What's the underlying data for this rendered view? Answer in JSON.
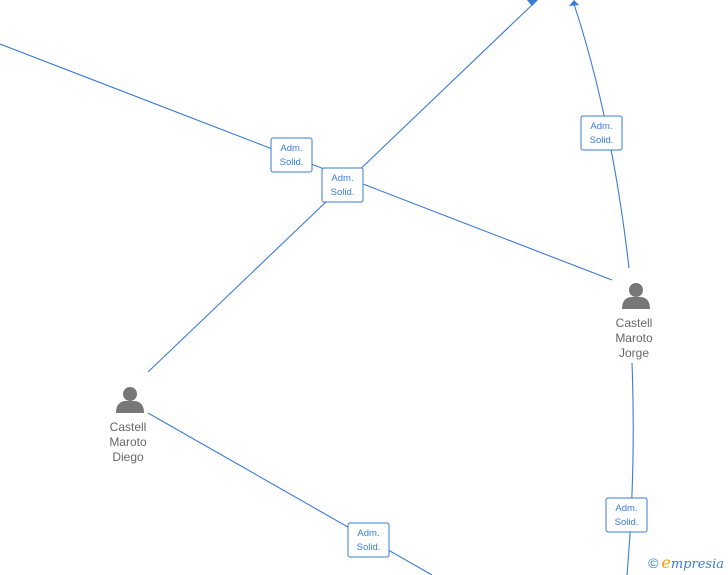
{
  "persons": [
    {
      "id": "jorge",
      "lines": [
        "Castell",
        "Maroto",
        "Jorge"
      ]
    },
    {
      "id": "diego",
      "lines": [
        "Castell",
        "Maroto",
        "Diego"
      ]
    }
  ],
  "edge_label": [
    "Adm.",
    "Solid."
  ],
  "edges": [
    {
      "id": "e1",
      "label": [
        "Adm.",
        "Solid."
      ]
    },
    {
      "id": "e2",
      "label": [
        "Adm.",
        "Solid."
      ]
    },
    {
      "id": "e3",
      "label": [
        "Adm.",
        "Solid."
      ]
    },
    {
      "id": "e4",
      "label": [
        "Adm.",
        "Solid."
      ]
    },
    {
      "id": "e5",
      "label": [
        "Adm.",
        "Solid."
      ]
    }
  ],
  "footer": {
    "copyright_symbol": "©",
    "brand_first": "e",
    "brand_rest": "mpresia"
  },
  "colors": {
    "edge": "#3a7bd5",
    "icon": "#777777",
    "text": "#666666",
    "brand_accent": "#f0a000"
  },
  "icons": {
    "person": "person-icon",
    "arrow": "arrowhead-icon"
  }
}
